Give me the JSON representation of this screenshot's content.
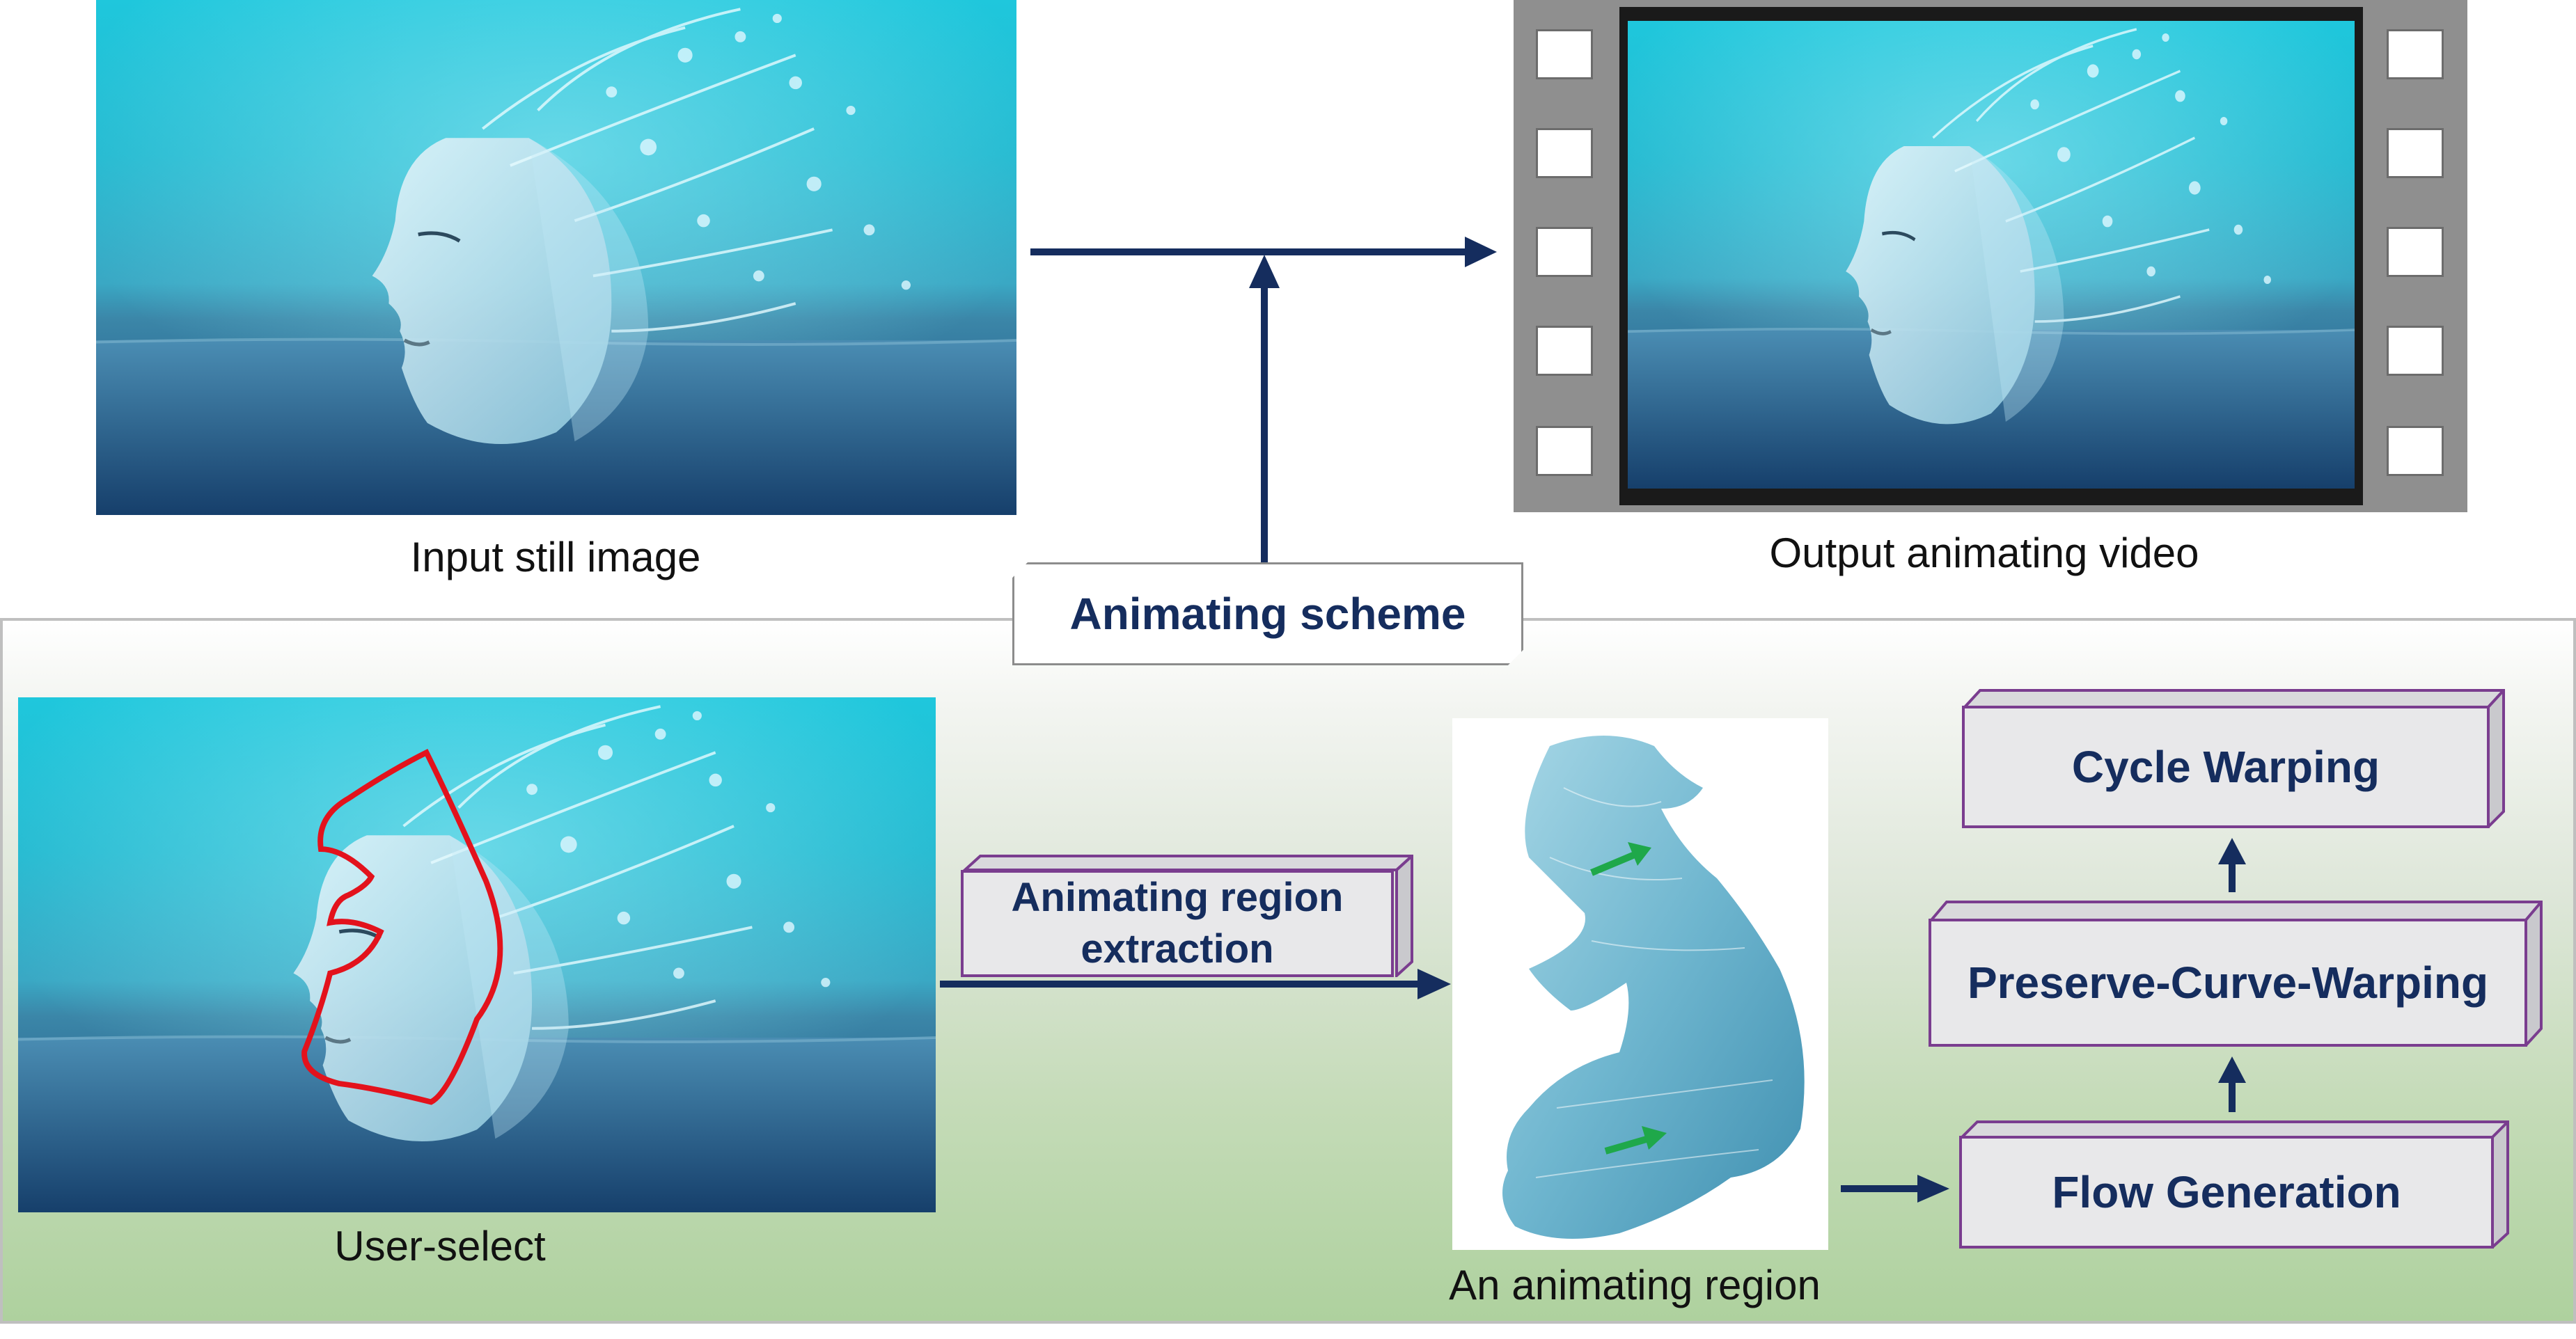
{
  "captions": {
    "input": "Input still image",
    "output": "Output animating video",
    "user_select": "User-select",
    "region": "An animating region"
  },
  "scheme_label": "Animating scheme",
  "boxes": {
    "extraction": "Animating region extraction",
    "flow": "Flow Generation",
    "preserve": "Preserve-Curve-Warping",
    "cycle": "Cycle Warping"
  },
  "colors": {
    "arrow": "#152d5e",
    "box_border": "#7a3d8f",
    "outline_red": "#e3121c",
    "flow_arrow_green": "#1fa84a"
  },
  "icons": {
    "input_image": "woman-water-splash-photo",
    "output_frame": "film-strip-icon",
    "region_image": "masked-face-region"
  }
}
